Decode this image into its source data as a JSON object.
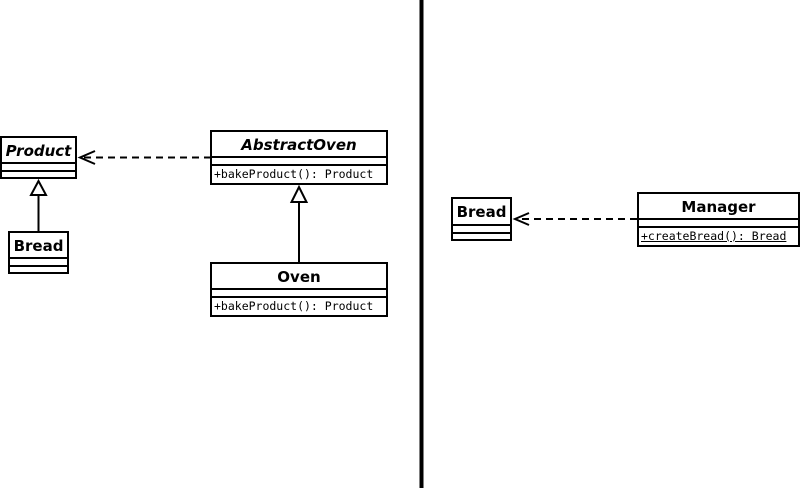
{
  "left_panel": {
    "classes": {
      "product": {
        "name": "Product"
      },
      "bread": {
        "name": "Bread"
      },
      "abstract_oven": {
        "name": "AbstractOven",
        "operation": "+bakeProduct(): Product"
      },
      "oven": {
        "name": "Oven",
        "operation": "+bakeProduct(): Product"
      }
    }
  },
  "right_panel": {
    "classes": {
      "bread": {
        "name": "Bread"
      },
      "manager": {
        "name": "Manager",
        "operation": "+createBread(): Bread"
      }
    }
  }
}
